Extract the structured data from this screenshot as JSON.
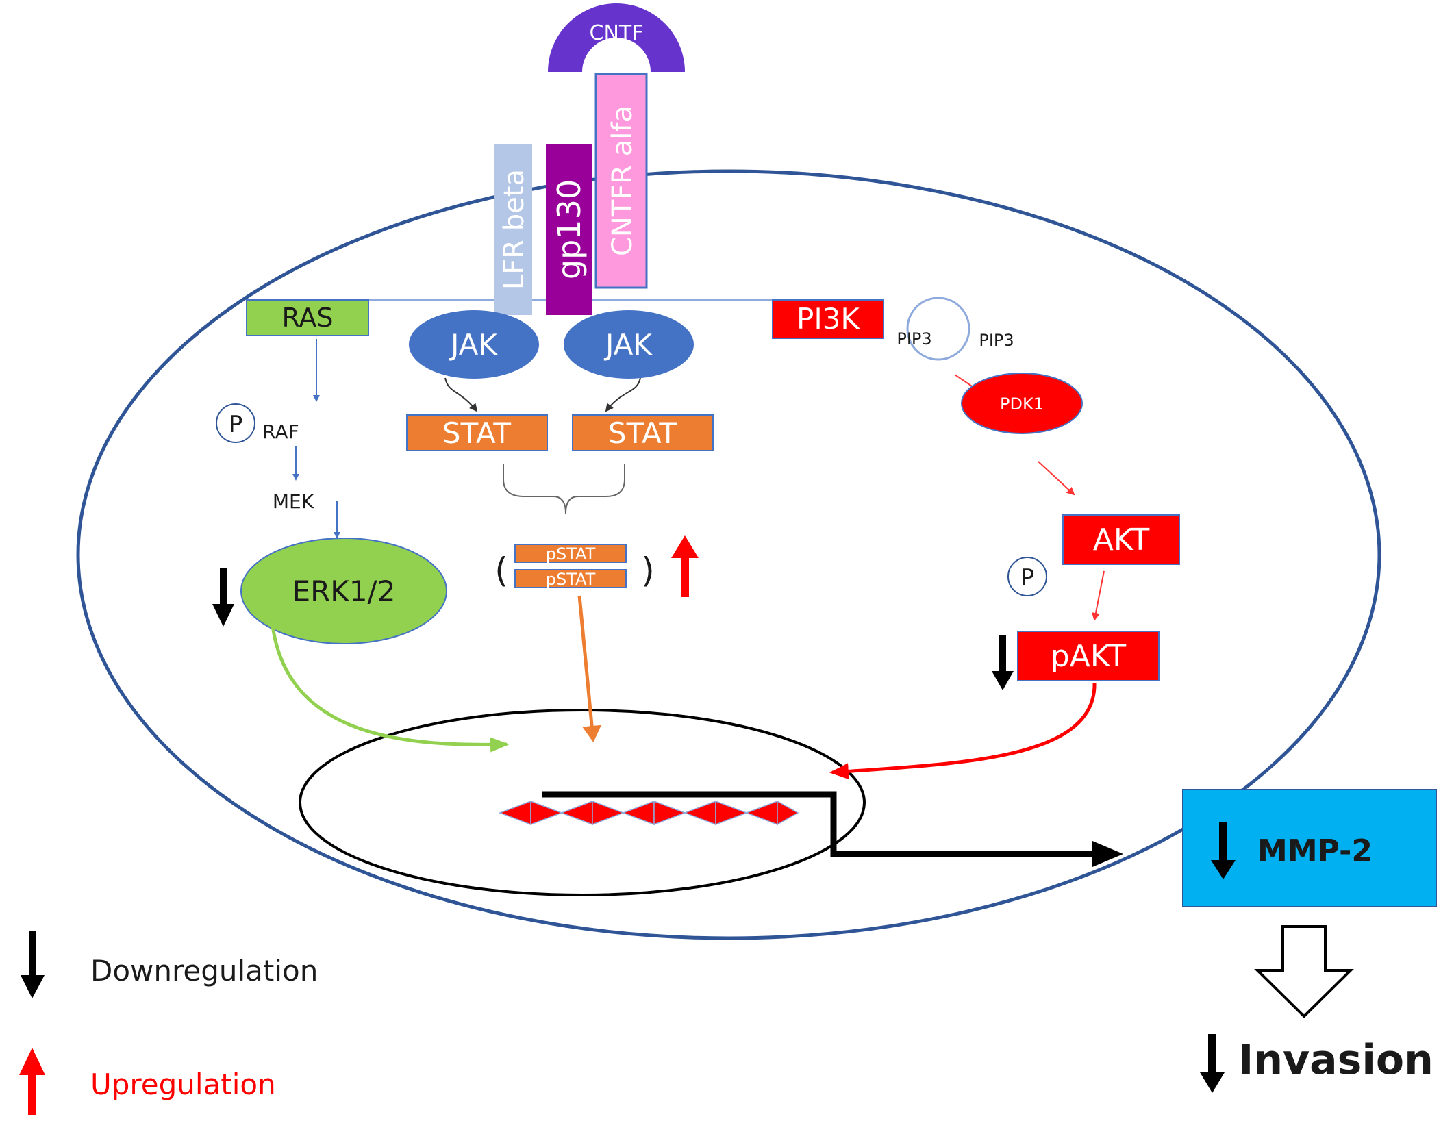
{
  "ligand": {
    "label": "CNTF"
  },
  "receptors": {
    "lifr_beta": "LFR beta",
    "gp130": "gp130",
    "cntfr_alpha": "CNTFR alfa"
  },
  "ras_pathway": {
    "ras": "RAS",
    "phospho": "P",
    "raf": "RAF",
    "mek": "MEK",
    "erk": "ERK1/2"
  },
  "jak_stat": {
    "jak_left": "JAK",
    "jak_right": "JAK",
    "stat_left": "STAT",
    "stat_right": "STAT",
    "pstat_top": "pSTAT",
    "pstat_bottom": "pSTAT"
  },
  "pi3k_pathway": {
    "pi3k": "PI3K",
    "pip3_left": "PIP3",
    "pip3_right": "PIP3",
    "pdk1": "PDK1",
    "akt": "AKT",
    "phospho": "P",
    "pakt": "pAKT"
  },
  "outcome": {
    "mmp2": "MMP-2",
    "invasion": "Invasion"
  },
  "legend": {
    "down": "Downregulation",
    "up": "Upregulation"
  },
  "colors": {
    "ligand": "#6633cc",
    "lifr_beta": "#b4c7e7",
    "gp130": "#990099",
    "cntfr_alpha": "#ff99dd",
    "ras_erk": "#92d050",
    "jak": "#4472c4",
    "stat": "#ed7d31",
    "pi3k_akt": "#ff0000",
    "mmp2_box": "#00b0f0",
    "cell_outline": "#2f5597",
    "down_arrow": "#000000",
    "up_arrow": "#ff0000"
  }
}
